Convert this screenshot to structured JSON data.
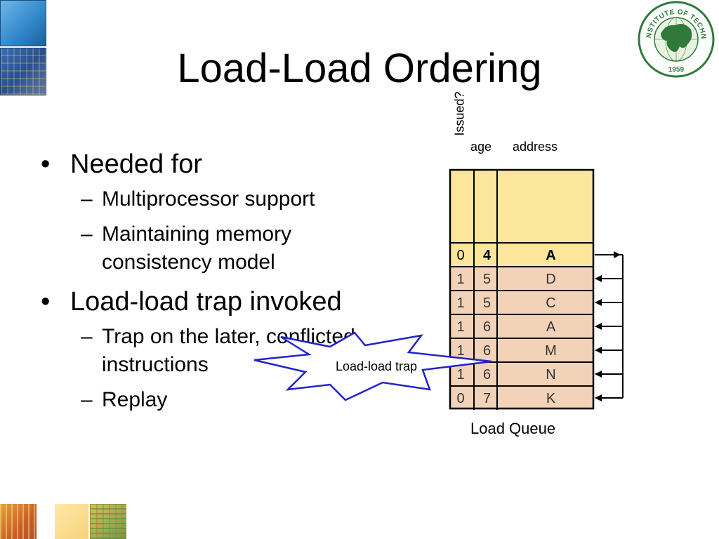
{
  "slide": {
    "title": "Load-Load Ordering",
    "bullets": [
      {
        "text": "Needed for",
        "subs": [
          "Multiprocessor support",
          "Maintaining memory consistency model"
        ]
      },
      {
        "text": "Load-load trap invoked",
        "subs": [
          "Trap on the later, conflicted instructions",
          "Replay"
        ]
      }
    ],
    "bullet_marker": "•",
    "sub_marker": "–"
  },
  "seal": {
    "text": "ASIAN INSTITUTE OF TECHNOLOGY",
    "year": "1959"
  },
  "queue": {
    "caption": "Load Queue",
    "col_issued": "Issued?",
    "col_age": "age",
    "col_address": "address",
    "rows": [
      {
        "issued": "0",
        "age": "4",
        "address": "A",
        "highlight": true
      },
      {
        "issued": "1",
        "age": "5",
        "address": "D",
        "highlight": false
      },
      {
        "issued": "1",
        "age": "5",
        "address": "C",
        "highlight": false
      },
      {
        "issued": "1",
        "age": "6",
        "address": "A",
        "highlight": false
      },
      {
        "issued": "1",
        "age": "6",
        "address": "M",
        "highlight": false
      },
      {
        "issued": "1",
        "age": "6",
        "address": "N",
        "highlight": false
      },
      {
        "issued": "0",
        "age": "7",
        "address": "K",
        "highlight": false
      }
    ],
    "colors": {
      "empty_fill": "#fbe69c",
      "first_row_fill": "#fbe69c",
      "row_fill": "#f2d3b8",
      "border": "#000000"
    }
  },
  "trap": {
    "label": "Load-load trap",
    "stroke": "#2222cc",
    "fill": "#ffffff"
  }
}
